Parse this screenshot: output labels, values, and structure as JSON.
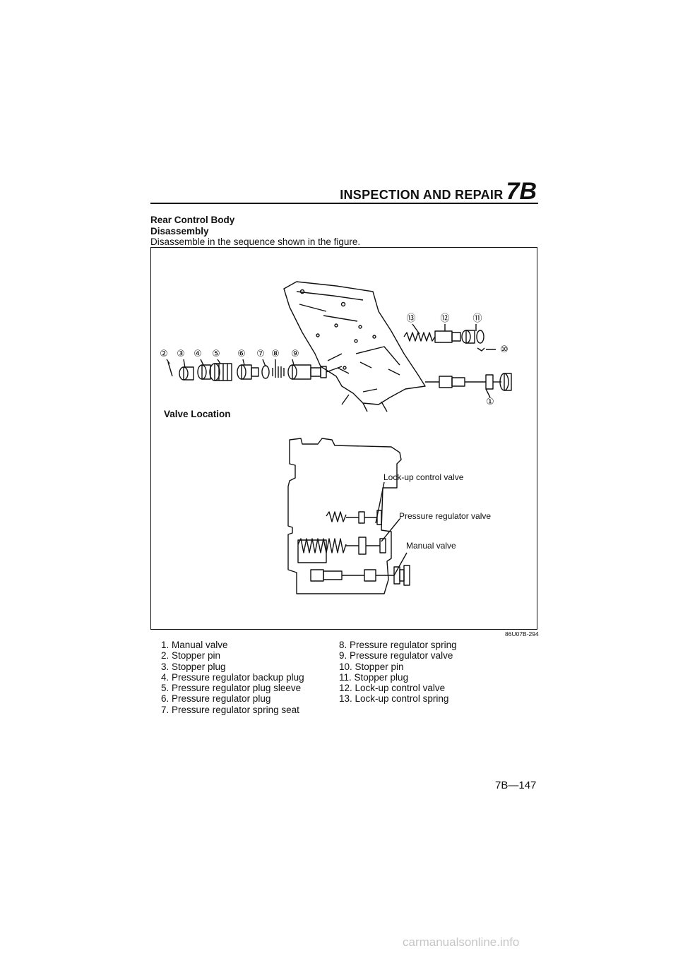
{
  "header": {
    "title": "INSPECTION AND REPAIR",
    "code": "7B"
  },
  "section": {
    "title": "Rear Control Body",
    "subtitle": "Disassembly",
    "instruction": "Disassemble in the sequence shown in the figure."
  },
  "figure": {
    "callouts": [
      "②",
      "③",
      "④",
      "⑤",
      "⑥",
      "⑦",
      "⑧",
      "⑨",
      "⑩",
      "⑪",
      "⑫",
      "⑬",
      "①"
    ],
    "valve_location_label": "Valve Location",
    "labels": {
      "lockup": "Lock-up control valve",
      "pressure": "Pressure regulator valve",
      "manual": "Manual valve"
    },
    "code": "86U07B-294"
  },
  "parts_left": [
    "1. Manual valve",
    "2. Stopper pin",
    "3. Stopper plug",
    "4. Pressure regulator backup plug",
    "5. Pressure regulator plug sleeve",
    "6. Pressure regulator plug",
    "7. Pressure regulator spring seat"
  ],
  "parts_right": [
    "8. Pressure regulator spring",
    "9. Pressure regulator valve",
    "10. Stopper pin",
    "11. Stopper plug",
    "12. Lock-up control valve",
    "13. Lock-up control spring"
  ],
  "page_number": "7B—147",
  "watermark": "carmanualsonline.info"
}
